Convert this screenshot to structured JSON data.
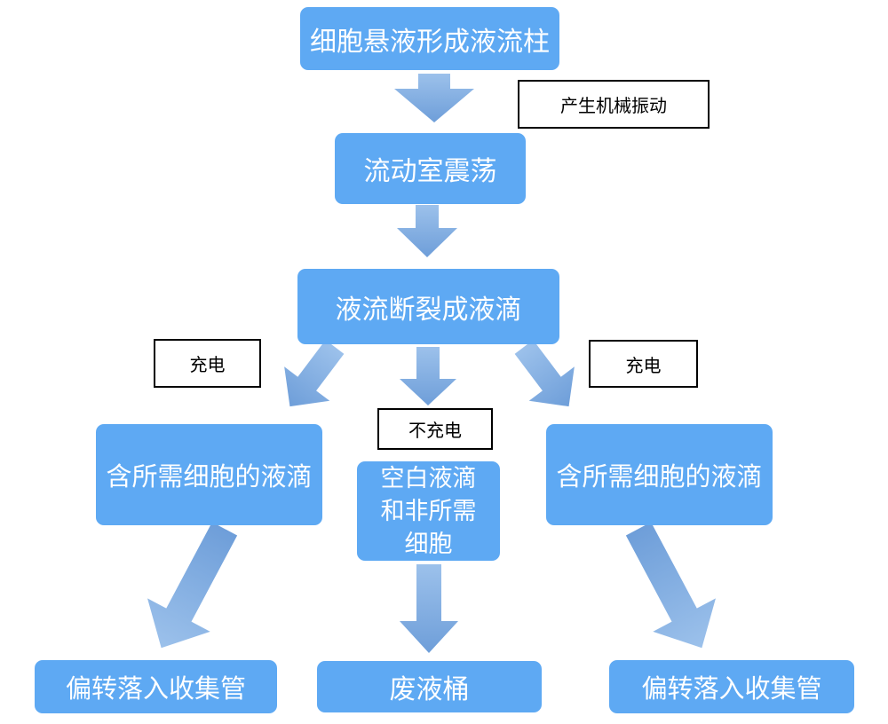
{
  "colors": {
    "canvas_background": "#FFFFFF",
    "box_fill": "#5EA9F3",
    "box_text": "#FFFFFF",
    "arrow_light": "#9CC1EB",
    "arrow_dark": "#6E9ED9",
    "label_fill": "#FFFFFF",
    "label_border": "#000000",
    "label_text": "#000000"
  },
  "flowchart": {
    "step1": "细胞悬液形成液流柱",
    "vibration_note": "产生机械振动",
    "step2": "流动室震荡",
    "step3": "液流断裂成液滴",
    "charge_left": "充电",
    "no_charge": "不充电",
    "charge_right": "充电",
    "branch_left": "含所需细胞的液滴",
    "branch_center_line1": "空白液滴",
    "branch_center_line2": "和非所需",
    "branch_center_line3": "细胞",
    "branch_right": "含所需细胞的液滴",
    "outcome_left": "偏转落入收集管",
    "outcome_center": "废液桶",
    "outcome_right": "偏转落入收集管"
  }
}
